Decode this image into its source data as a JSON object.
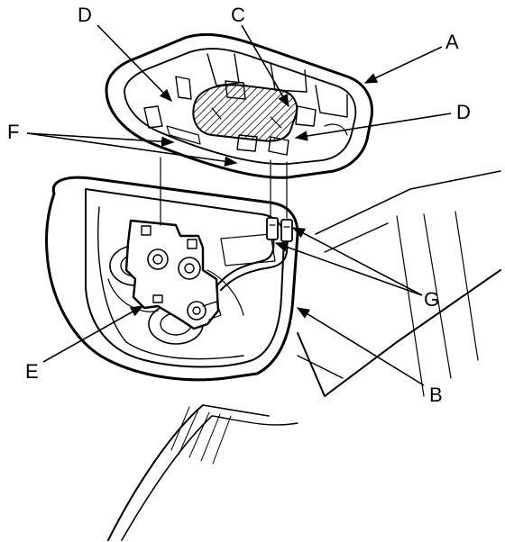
{
  "callouts": {
    "a": "A",
    "b": "B",
    "c": "C",
    "d_upper": "D",
    "d_right": "D",
    "e": "E",
    "f": "F",
    "g": "G"
  },
  "colors": {
    "ink": "#000000",
    "paper": "#ffffff"
  }
}
